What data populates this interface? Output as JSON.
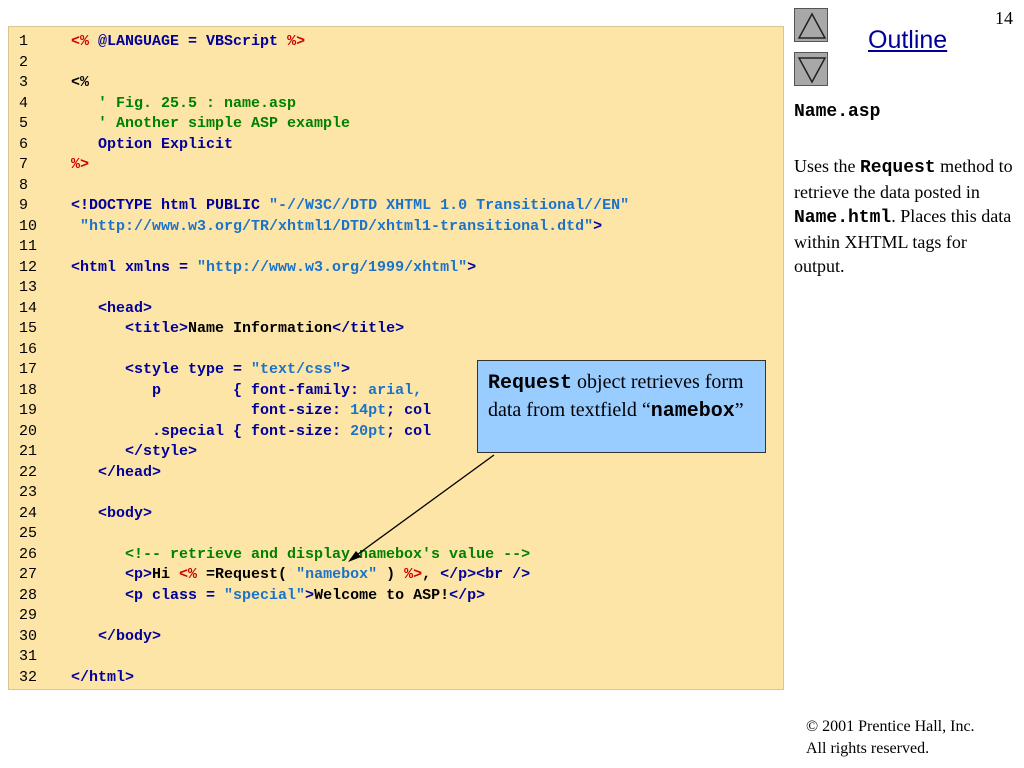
{
  "page_number": "14",
  "outline": {
    "title": "Outline",
    "up_icon": "triangle-up-icon",
    "down_icon": "triangle-down-icon"
  },
  "side_panel": {
    "heading": "Name.asp",
    "text_1": "Uses the ",
    "code_1": "Request",
    "text_2": " method to retrieve the data posted in ",
    "code_2": "Name.html",
    "text_3": ". Places this data within XHTML tags for output."
  },
  "callout": {
    "code_1": "Request",
    "text_1": " object retrieves form data from textfield “",
    "code_2": "namebox",
    "text_2": "”"
  },
  "footer": {
    "copyright": "© 2001 Prentice Hall, Inc.",
    "rights": "All rights reserved."
  },
  "colors": {
    "panel": "#fde5a8",
    "callout": "#99ccff",
    "navy": "#000099",
    "blue": "#1a73c8",
    "green": "#008000",
    "red": "#cc0000"
  },
  "code": [
    {
      "n": "1",
      "segs": [
        {
          "t": "<%",
          "c": "red"
        },
        {
          "t": " @LANGUAGE = VBScript ",
          "c": "navy"
        },
        {
          "t": "%>",
          "c": "red"
        }
      ]
    },
    {
      "n": "2",
      "segs": []
    },
    {
      "n": "3",
      "segs": [
        {
          "t": "<%",
          "c": "black"
        }
      ]
    },
    {
      "n": "4",
      "segs": [
        {
          "t": "   ' Fig. 25.5 : name.asp",
          "c": "green"
        }
      ]
    },
    {
      "n": "5",
      "segs": [
        {
          "t": "   ' Another simple ASP example",
          "c": "green"
        }
      ]
    },
    {
      "n": "6",
      "segs": [
        {
          "t": "   Option Explicit",
          "c": "navy"
        }
      ]
    },
    {
      "n": "7",
      "segs": [
        {
          "t": "%>",
          "c": "red"
        }
      ]
    },
    {
      "n": "8",
      "segs": []
    },
    {
      "n": "9",
      "segs": [
        {
          "t": "<!DOCTYPE html PUBLIC ",
          "c": "navy"
        },
        {
          "t": "\"-//W3C//DTD XHTML 1.0 Transitional//EN\"",
          "c": "blue"
        }
      ]
    },
    {
      "n": "10",
      "segs": [
        {
          "t": " \"http://www.w3.org/TR/xhtml1/DTD/xhtml1-transitional.dtd\"",
          "c": "blue"
        },
        {
          "t": ">",
          "c": "navy"
        }
      ]
    },
    {
      "n": "11",
      "segs": []
    },
    {
      "n": "12",
      "segs": [
        {
          "t": "<html xmlns = ",
          "c": "navy"
        },
        {
          "t": "\"http://www.w3.org/1999/xhtml\"",
          "c": "blue"
        },
        {
          "t": ">",
          "c": "navy"
        }
      ]
    },
    {
      "n": "13",
      "segs": []
    },
    {
      "n": "14",
      "segs": [
        {
          "t": "   <head>",
          "c": "navy"
        }
      ]
    },
    {
      "n": "15",
      "segs": [
        {
          "t": "      <title>",
          "c": "navy"
        },
        {
          "t": "Name Information",
          "c": "black"
        },
        {
          "t": "</title>",
          "c": "navy"
        }
      ]
    },
    {
      "n": "16",
      "segs": []
    },
    {
      "n": "17",
      "segs": [
        {
          "t": "      <style type = ",
          "c": "navy"
        },
        {
          "t": "\"text/css\"",
          "c": "blue"
        },
        {
          "t": ">",
          "c": "navy"
        }
      ]
    },
    {
      "n": "18",
      "segs": [
        {
          "t": "         p        { font-family",
          "c": "navy"
        },
        {
          "t": ": ",
          "c": "navy"
        },
        {
          "t": "arial,",
          "c": "blue"
        }
      ]
    },
    {
      "n": "19",
      "segs": [
        {
          "t": "                    font-size",
          "c": "navy"
        },
        {
          "t": ": ",
          "c": "navy"
        },
        {
          "t": "14pt",
          "c": "blue"
        },
        {
          "t": "; col",
          "c": "navy"
        }
      ]
    },
    {
      "n": "20",
      "segs": [
        {
          "t": "         .special { font-size",
          "c": "navy"
        },
        {
          "t": ": ",
          "c": "navy"
        },
        {
          "t": "20pt",
          "c": "blue"
        },
        {
          "t": "; col",
          "c": "navy"
        }
      ]
    },
    {
      "n": "21",
      "segs": [
        {
          "t": "      </style>",
          "c": "navy"
        }
      ]
    },
    {
      "n": "22",
      "segs": [
        {
          "t": "   </head>",
          "c": "navy"
        }
      ]
    },
    {
      "n": "23",
      "segs": []
    },
    {
      "n": "24",
      "segs": [
        {
          "t": "   <body>",
          "c": "navy"
        }
      ]
    },
    {
      "n": "25",
      "segs": []
    },
    {
      "n": "26",
      "segs": [
        {
          "t": "      <!-- retrieve and display namebox's value -->",
          "c": "green"
        }
      ]
    },
    {
      "n": "27",
      "segs": [
        {
          "t": "      <p>",
          "c": "navy"
        },
        {
          "t": "Hi ",
          "c": "black"
        },
        {
          "t": "<%",
          "c": "red"
        },
        {
          "t": " =Request( ",
          "c": "black"
        },
        {
          "t": "\"namebox\"",
          "c": "blue"
        },
        {
          "t": " ) ",
          "c": "black"
        },
        {
          "t": "%>",
          "c": "red"
        },
        {
          "t": ", ",
          "c": "black"
        },
        {
          "t": "</p><br />",
          "c": "navy"
        }
      ]
    },
    {
      "n": "28",
      "segs": [
        {
          "t": "      <p class = ",
          "c": "navy"
        },
        {
          "t": "\"special\"",
          "c": "blue"
        },
        {
          "t": ">",
          "c": "navy"
        },
        {
          "t": "Welcome to ASP!",
          "c": "black"
        },
        {
          "t": "</p>",
          "c": "navy"
        }
      ]
    },
    {
      "n": "29",
      "segs": []
    },
    {
      "n": "30",
      "segs": [
        {
          "t": "   </body>",
          "c": "navy"
        }
      ]
    },
    {
      "n": "31",
      "segs": []
    },
    {
      "n": "32",
      "segs": [
        {
          "t": "</html>",
          "c": "navy"
        }
      ]
    }
  ]
}
